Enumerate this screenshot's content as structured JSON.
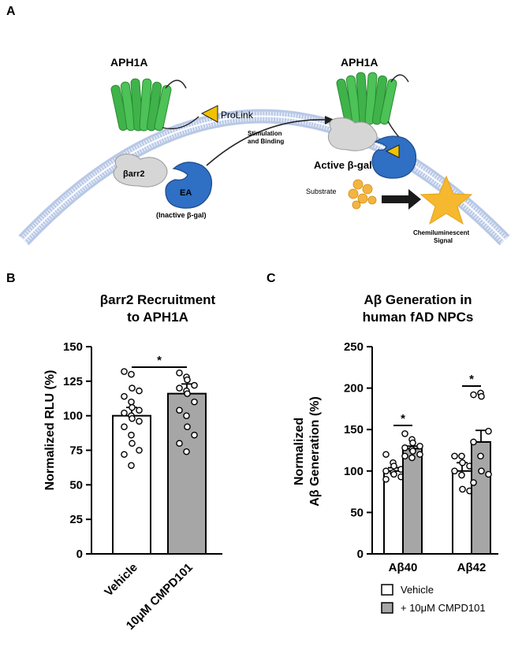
{
  "panels": {
    "a": {
      "letter": "A",
      "labels": {
        "aph1a_left": "APH1A",
        "aph1a_right": "APH1A",
        "prolink": "ProLink",
        "stimulation_line1": "Stimulation",
        "stimulation_line2": "and Binding",
        "barr2": "βarr2",
        "ea": "EA",
        "inactive": "(Inactive β-gal)",
        "active": "Active β-gal",
        "substrate": "Substrate",
        "signal_line1": "Chemiluminescent",
        "signal_line2": "Signal"
      },
      "colors": {
        "receptor": "#3fb34a",
        "enzyme": "#2f6fc4",
        "prolink": "#f2c200",
        "star": "#f5b82e",
        "substrate": "#f4b53f",
        "arrestin": "#d6d6d6",
        "membrane": "#b8c8e6"
      }
    },
    "b": {
      "letter": "B"
    },
    "c": {
      "letter": "C"
    }
  },
  "chart_data": [
    {
      "type": "bar",
      "panel": "B",
      "title_lines": [
        "βarr2 Recruitment",
        "to APH1A"
      ],
      "ylabel": "Normalized RLU (%)",
      "ylim": [
        0,
        150
      ],
      "yticks": [
        0,
        25,
        50,
        75,
        100,
        125,
        150
      ],
      "categories": [
        "Vehicle",
        "10μM CMPD101"
      ],
      "values": [
        100,
        116
      ],
      "errors": [
        6,
        7
      ],
      "bar_colors": [
        "#ffffff",
        "#a6a6a6"
      ],
      "points": [
        [
          132,
          130,
          120,
          118,
          114,
          110,
          106,
          104,
          102,
          100,
          98,
          96,
          92,
          86,
          80,
          75,
          72,
          64
        ],
        [
          131,
          128,
          126,
          122,
          120,
          118,
          116,
          110,
          104,
          100,
          92,
          86,
          80,
          74
        ]
      ],
      "significance": "*"
    },
    {
      "type": "bar",
      "panel": "C",
      "title_lines": [
        "Aβ Generation in",
        "human fAD NPCs"
      ],
      "ylabel_lines": [
        "Normalized",
        "Aβ Generation (%)"
      ],
      "ylim": [
        0,
        250
      ],
      "yticks": [
        0,
        50,
        100,
        150,
        200,
        250
      ],
      "categories": [
        "Aβ40",
        "Aβ42"
      ],
      "series": [
        {
          "name": "Vehicle",
          "values": [
            100,
            100
          ],
          "errors": [
            4,
            10
          ],
          "color": "#ffffff",
          "points": [
            [
              120,
              110,
              106,
              102,
              100,
              98,
              96,
              93,
              90
            ],
            [
              118,
              118,
              110,
              106,
              100,
              95,
              78,
              76
            ]
          ]
        },
        {
          "name": "+ 10μM CMPD101",
          "values": [
            127,
            135
          ],
          "errors": [
            3,
            14
          ],
          "color": "#a6a6a6",
          "points": [
            [
              145,
              138,
              134,
              130,
              128,
              126,
              124,
              120,
              118,
              116
            ],
            [
              192,
              194,
              190,
              148,
              135,
              118,
              100,
              96,
              86
            ]
          ]
        }
      ],
      "significance": [
        "*",
        "*"
      ]
    }
  ]
}
